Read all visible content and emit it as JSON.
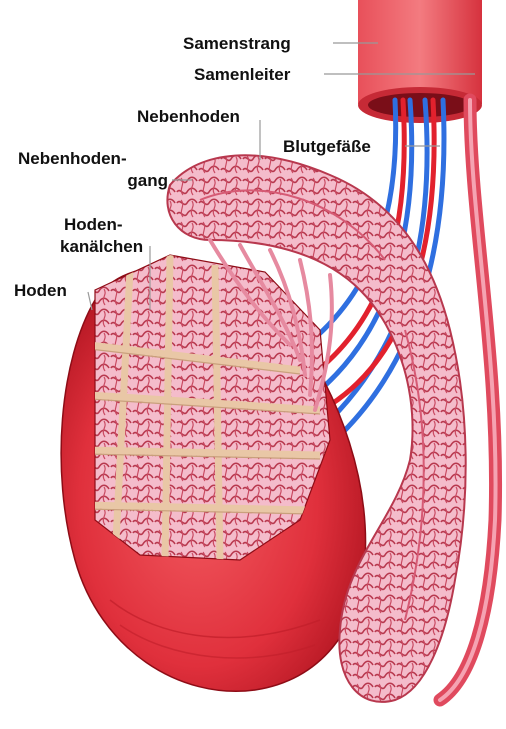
{
  "labels": {
    "samenstrang": "Samenstrang",
    "samenleiter": "Samenleiter",
    "nebenhoden": "Nebenhoden",
    "blutgefaesse": "Blutgefäße",
    "nebenhodengang_line1": "Nebenhoden-",
    "nebenhodengang_line2": "gang",
    "hodenkanaelchen_line1": "Hoden-",
    "hodenkanaelchen_line2": "kanälchen",
    "hoden": "Hoden"
  },
  "colors": {
    "testis": "#e0303c",
    "testis_dark": "#a8101c",
    "tubules": "#f3b6c6",
    "tubule_lines": "#b8384e",
    "septa": "#e9c7a6",
    "artery": "#e2212d",
    "vein": "#2f6fe0",
    "leader_line": "#999999"
  }
}
